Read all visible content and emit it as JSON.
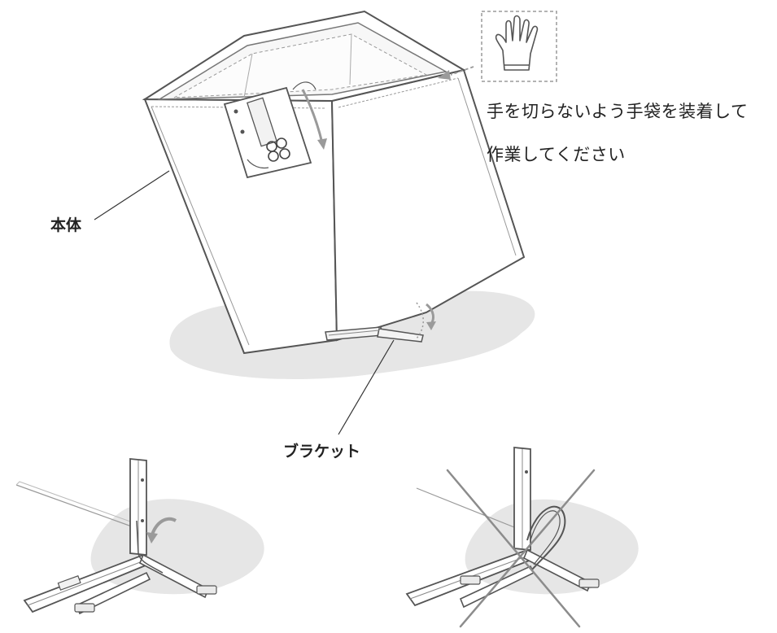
{
  "instructions": {
    "glove_note_line1": "手を切らないよう手袋を装着して",
    "glove_note_line2": "作業してください"
  },
  "labels": {
    "body": "本体",
    "bracket": "ブラケット"
  },
  "icons": {
    "glove": "glove-icon",
    "pointer_arrow": "arrow-left-icon",
    "rotate_arrow": "curved-arrow-down-icon",
    "cable_arrow": "curved-arrow-icon",
    "prohibited": "x-mark-icon"
  },
  "colors": {
    "line": "#444444",
    "shadow": "#e6e6e6",
    "accent_gray": "#9a9a9a",
    "prohibit_cross": "#8c8c8c"
  }
}
